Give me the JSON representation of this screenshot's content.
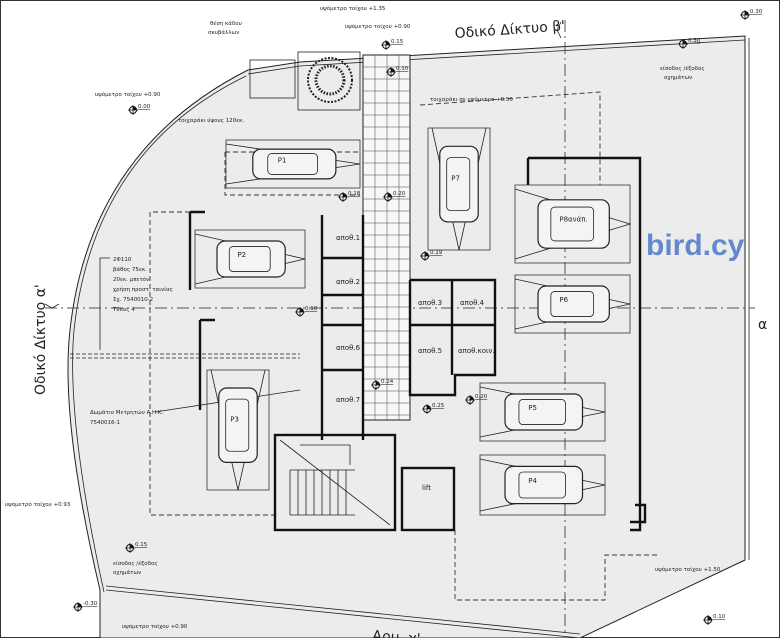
{
  "roads": {
    "north": "Οδικό Δίκτυο β'",
    "west": "Οδικό Δίκτυο α'",
    "south": "Αρμ. χ'",
    "section_right": "α"
  },
  "notes": {
    "wall_135": "υψόμετρο τοίχου +1.35",
    "wall_090_top": "υψόμετρο τοίχου +0.90",
    "bin_line1": "θέση κάδου",
    "bin_line2": "σκυβάλλων",
    "wall_090_left": "υψόμετρο τοίχου +0.90",
    "low_wall_120": "τοιχαράκι ύψους 120εκ.",
    "low_wall_050": "τοιχαράκι σε υψόμετρο +0.50",
    "entry_ne_1": "είσοδος /έξοδος",
    "entry_ne_2": "οχημάτων",
    "pipe": [
      "2Φ110",
      "βάθος 75εκ.",
      "20εκ. μπετόν",
      "χρήση προστ. ταινίας",
      "Σχ. 7540010-2",
      "Τύπος 4"
    ],
    "meter_room_1": "Δωμάτιο Μετρητών Α.Η.Κ.",
    "meter_room_2": "7540016-1",
    "wall_093": "υψόμετρο τοίχου +0.93",
    "entry_sw_1": "είσοδος /έξοδος",
    "entry_sw_2": "οχημάτων",
    "wall_090_bottom": "υψόμετρο τοίχου +0.90",
    "wall_150": "υψόμετρο τοίχου +1.50",
    "lift": "lift"
  },
  "levels": [
    "0.30",
    "0.30",
    "0.15",
    "0.10",
    "0.00",
    "0.18",
    "0.20",
    "0.19",
    "0.10",
    "0.24",
    "0.25",
    "0.20",
    "0.15",
    "-0.30",
    "0.10"
  ],
  "storage_rooms": [
    "αποθ.1",
    "αποθ.2",
    "αποθ.3",
    "αποθ.4",
    "αποθ.5",
    "αποθ.κοιν.",
    "αποθ.6",
    "αποθ.7"
  ],
  "parking": [
    "P1",
    "P2",
    "P3",
    "P4",
    "P5",
    "P6",
    "P7",
    "P8ανάπ."
  ],
  "watermark": "bird.cy"
}
